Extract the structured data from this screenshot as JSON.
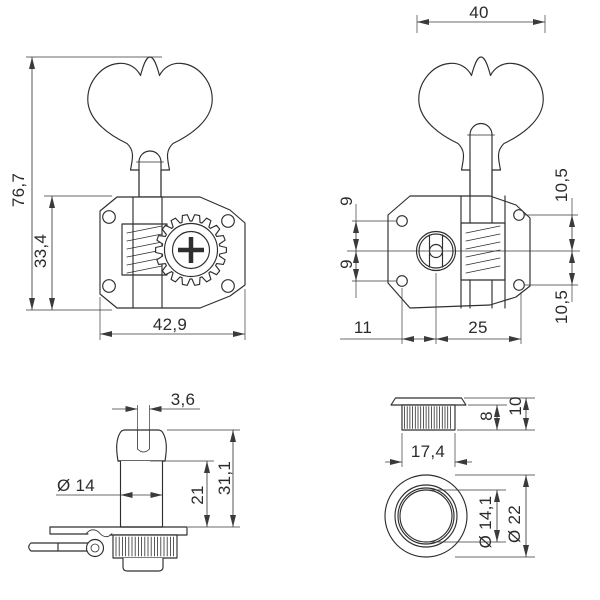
{
  "colors": {
    "line": "#2e2e2e",
    "dim": "#3a3a3a",
    "text": "#2b2b2b",
    "background": "#ffffff"
  },
  "views": {
    "front": {
      "dims": {
        "overall_height": "76,7",
        "plate_height": "33,4",
        "plate_width": "42,9"
      }
    },
    "rear": {
      "dims": {
        "key_width": "40",
        "left_hole_offset_upper": "9",
        "left_hole_offset_lower": "9",
        "right_hole_offset_upper": "10,5",
        "right_hole_offset_lower": "10,5",
        "shaft_to_left_holes": "11",
        "shaft_to_right_holes": "25"
      }
    },
    "post": {
      "dims": {
        "slot_width": "3,6",
        "post_diameter": "Ø 14",
        "post_length": "21",
        "overall_length": "31,1"
      }
    },
    "bushing_side": {
      "dims": {
        "flange_width": "17,4",
        "body_height": "8",
        "overall_height": "10"
      }
    },
    "bushing_top": {
      "dims": {
        "bore_diameter": "Ø 14,1",
        "outer_diameter": "Ø 22"
      }
    }
  }
}
